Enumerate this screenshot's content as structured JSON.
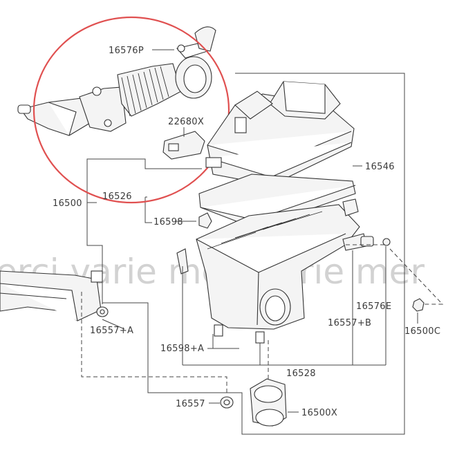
{
  "watermark": "erci varie meri varie mer",
  "highlight_color": "#e05050",
  "labels": {
    "p16576P": "16576P",
    "p22680X": "22680X",
    "p16546": "16546",
    "p16526": "16526",
    "p16500": "16500",
    "p16598": "16598",
    "p16576E": "16576E",
    "p16557B": "16557+B",
    "p16500C": "16500C",
    "p16557A": "16557+A",
    "p16598A": "16598+A",
    "p16528": "16528",
    "p16557": "16557",
    "p16500X": "16500X"
  }
}
